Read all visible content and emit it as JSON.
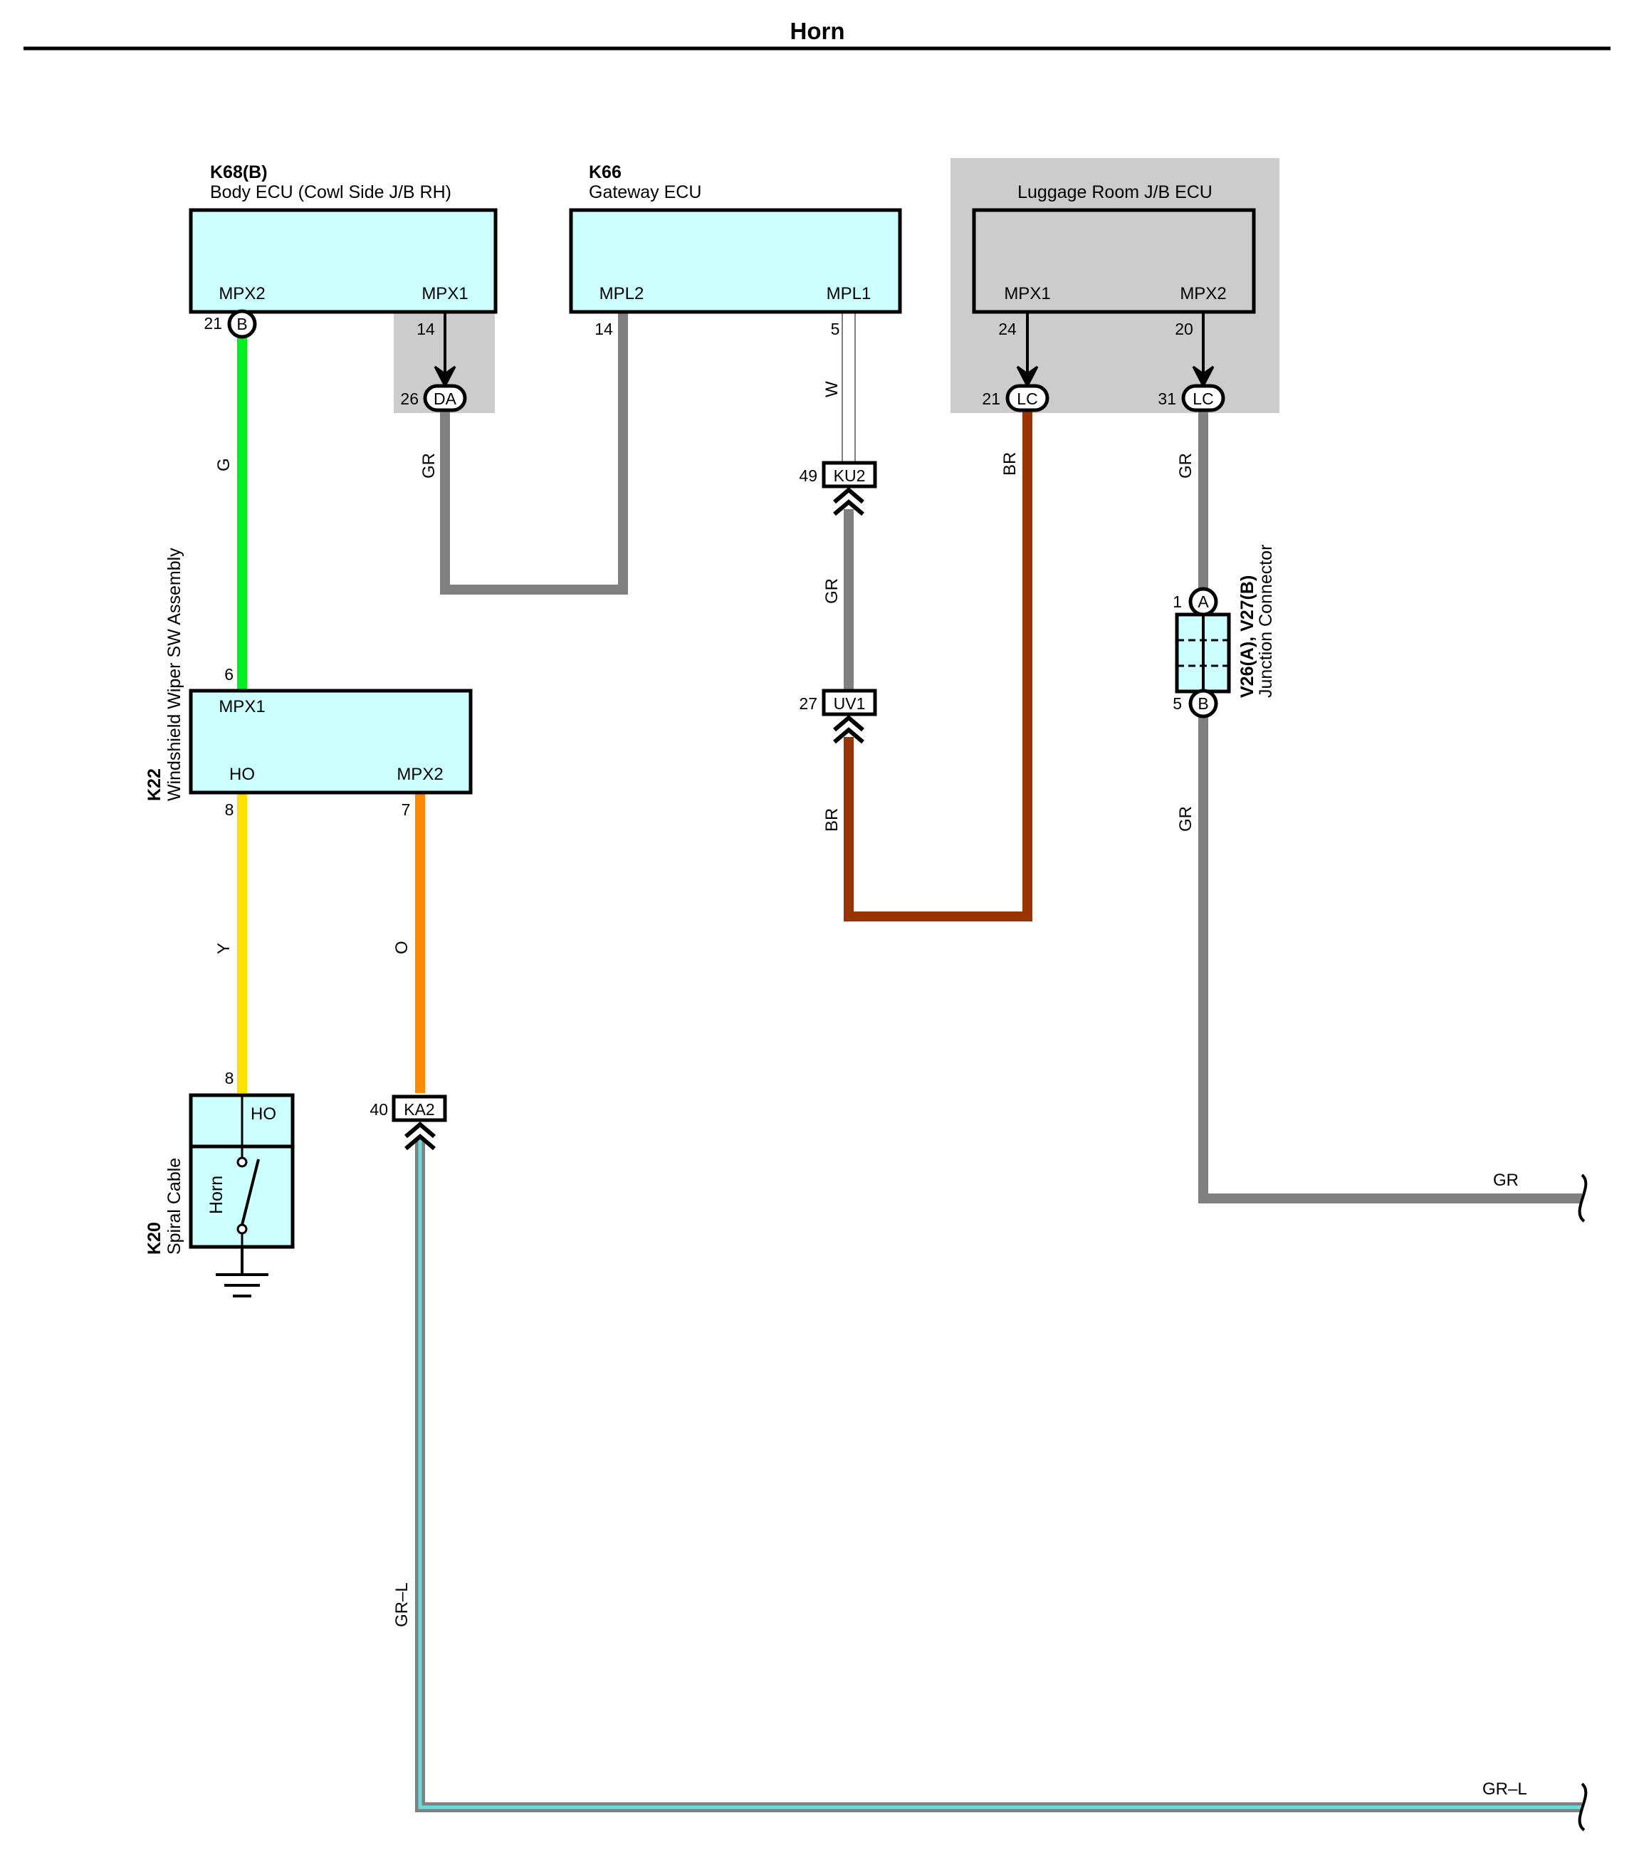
{
  "title": "Horn",
  "components": {
    "k68": {
      "code": "K68(B)",
      "name": "Body ECU (Cowl Side J/B RH)",
      "pins": {
        "left": "MPX2",
        "right": "MPX1"
      },
      "pin_numbers": {
        "left": "21",
        "right": "14"
      },
      "connector_left": "B"
    },
    "k66": {
      "code": "K66",
      "name": "Gateway ECU",
      "pins": {
        "left": "MPL2",
        "right": "MPL1"
      },
      "pin_numbers": {
        "left": "14",
        "right": "5"
      }
    },
    "luggage": {
      "name": "Luggage Room J/B ECU",
      "pins": {
        "left": "MPX1",
        "right": "MPX2"
      },
      "pin_numbers": {
        "left": "24",
        "right": "20"
      }
    },
    "k22": {
      "code": "K22",
      "name": "Windshield Wiper SW Assembly",
      "pins": {
        "top": "MPX1",
        "left": "HO",
        "right": "MPX2"
      },
      "pin_numbers": {
        "top": "6",
        "left": "8",
        "right": "7"
      }
    },
    "k20": {
      "code": "K20",
      "name": "Spiral Cable",
      "pin": "HO",
      "pin_number": "8",
      "switch_label": "Horn"
    },
    "v26": {
      "code": "V26(A), V27(B)",
      "name": "Junction Connector",
      "pin_a": "A",
      "pin_a_number": "1",
      "pin_b": "B",
      "pin_b_number": "5"
    }
  },
  "connectors": {
    "da": {
      "label": "DA",
      "pin": "26"
    },
    "lc1": {
      "label": "LC",
      "pin": "21"
    },
    "lc2": {
      "label": "LC",
      "pin": "31"
    },
    "ku2": {
      "label": "KU2",
      "pin": "49"
    },
    "uv1": {
      "label": "UV1",
      "pin": "27"
    },
    "ka2": {
      "label": "KA2",
      "pin": "40"
    }
  },
  "wire_labels": {
    "g": "G",
    "gr_da": "GR",
    "w": "W",
    "gr_mid": "GR",
    "br_lc": "BR",
    "br_uv1": "BR",
    "gr_lc2": "GR",
    "gr_lower": "GR",
    "gr_end": "GR",
    "y": "Y",
    "o": "O",
    "grl": "GR–L",
    "grl_end": "GR–L"
  },
  "colors": {
    "ecu_fill": "#ccffff",
    "shade": "#cccccc",
    "green": "#00ee22",
    "gray": "#808080",
    "yellow": "#ffe100",
    "orange": "#ff8a00",
    "brown": "#993300",
    "light_blue": "#66dddd"
  }
}
